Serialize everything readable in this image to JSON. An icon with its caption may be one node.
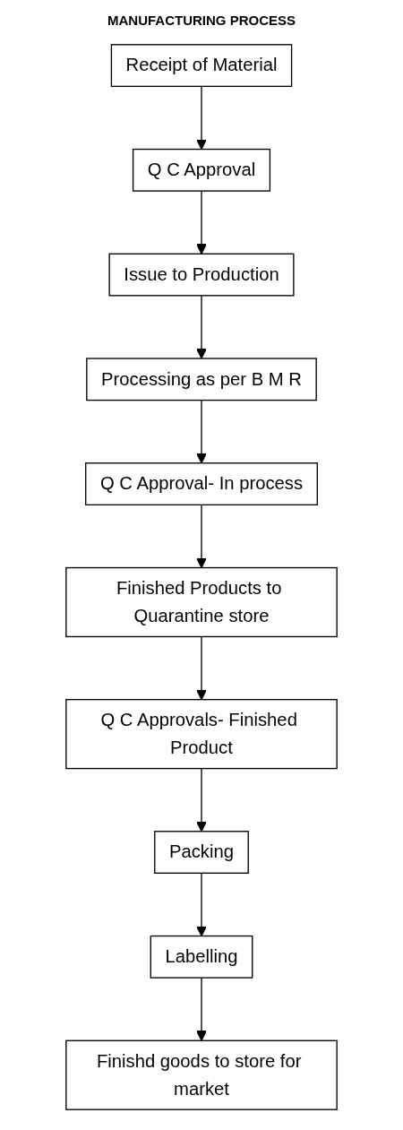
{
  "diagram": {
    "title": "MANUFACTURING PROCESS",
    "nodes": [
      {
        "text": [
          "Receipt of Material"
        ]
      },
      {
        "text": [
          "Q C Approval"
        ]
      },
      {
        "text": [
          "Issue to Production"
        ]
      },
      {
        "text": [
          "Processing as per B M R"
        ]
      },
      {
        "text": [
          "Q C Approval- In process"
        ]
      },
      {
        "text": [
          "Finished Products to Quarantine store"
        ]
      },
      {
        "text": [
          "Q C Approvals- Finished Product"
        ]
      },
      {
        "text": [
          "Packing"
        ]
      },
      {
        "text": [
          "Labelling"
        ]
      },
      {
        "text": [
          "Finishd goods to store for market"
        ]
      }
    ],
    "edges": [
      {
        "from": 0,
        "to": 1,
        "arrow": "to"
      },
      {
        "from": 1,
        "to": 2,
        "arrow": "to"
      },
      {
        "from": 2,
        "to": 3,
        "arrow": "to"
      },
      {
        "from": 3,
        "to": 4,
        "arrow": "to"
      },
      {
        "from": 4,
        "to": 5,
        "arrow": "to"
      },
      {
        "from": 5,
        "to": 6,
        "arrow": "to"
      },
      {
        "from": 6,
        "to": 7,
        "arrow": "to"
      },
      {
        "from": 7,
        "to": 8,
        "arrow": "to"
      },
      {
        "from": 8,
        "to": 9,
        "arrow": "to"
      }
    ]
  }
}
